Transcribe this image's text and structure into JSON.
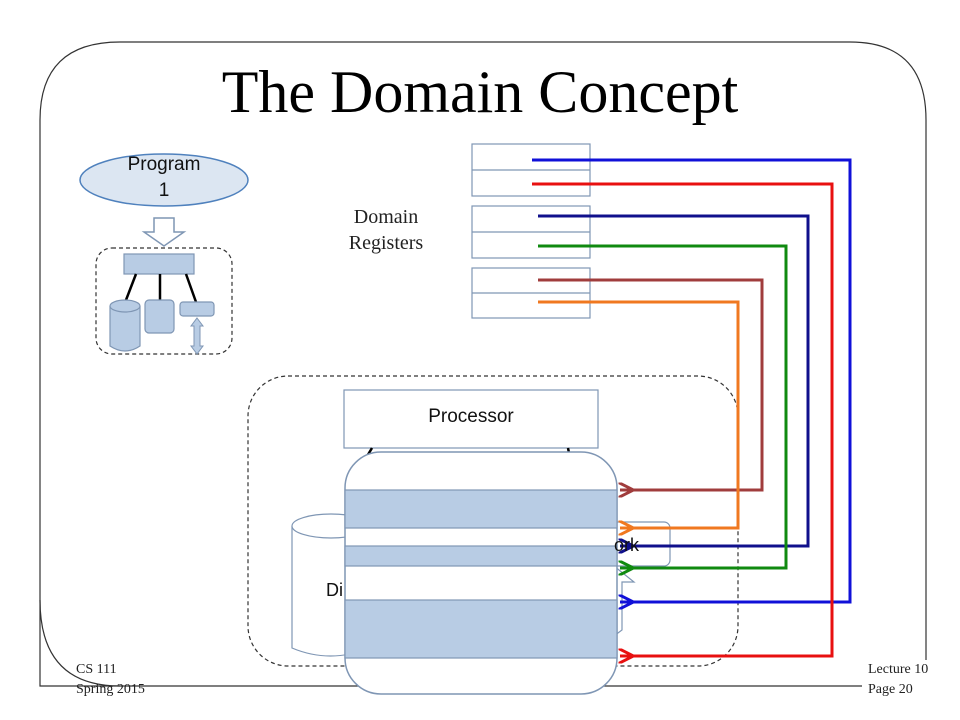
{
  "slide": {
    "title": "The Domain Concept",
    "program_label_line1": "Program",
    "program_label_line2": "1",
    "registers_label_line1": "Domain",
    "registers_label_line2": "Registers",
    "processor_label": "Processor",
    "network_label_fragment": "ork",
    "disk_label_fragment": "Di",
    "footer_left_line1": "CS 111",
    "footer_left_line2": "Spring 2015",
    "footer_right_line1": "Lecture 10",
    "footer_right_line2": "Page 20"
  },
  "colors": {
    "blue": "#1010d8",
    "red": "#e81010",
    "navy": "#10108c",
    "green": "#108a10",
    "brown": "#a03c3c",
    "orange": "#f07820",
    "box_fill": "#b8cce4",
    "box_stroke": "#7f96b4"
  }
}
